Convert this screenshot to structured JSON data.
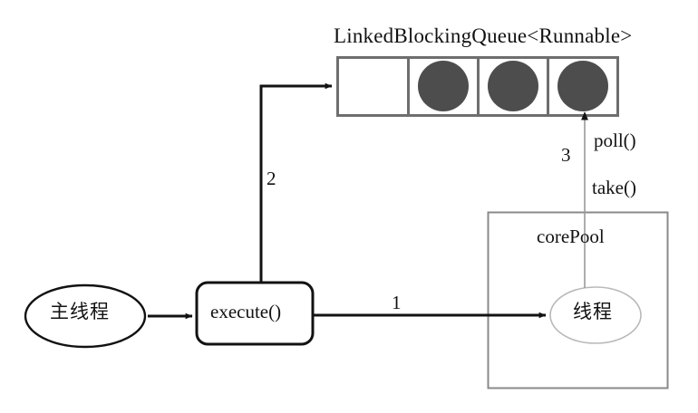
{
  "diagram": {
    "title": "LinkedBlockingQueue<Runnable>",
    "colors": {
      "stroke_dark": "#121212",
      "stroke_gray": "#6e6e6e",
      "stroke_light": "#b9b9b9",
      "task_fill": "#4d4d4d",
      "background": "#ffffff"
    },
    "queue": {
      "title": "LinkedBlockingQueue<Runnable>",
      "cells": [
        {
          "name": "queue-cell-1",
          "occupied": false
        },
        {
          "name": "queue-cell-2",
          "occupied": true
        },
        {
          "name": "queue-cell-3",
          "occupied": true
        },
        {
          "name": "queue-cell-4",
          "occupied": true
        }
      ]
    },
    "nodes": {
      "main_thread": {
        "label": "主线程",
        "shape": "ellipse"
      },
      "execute": {
        "label": "execute()",
        "shape": "rounded-rect"
      },
      "core_pool": {
        "label": "corePool",
        "shape": "rect"
      },
      "worker_thread": {
        "label": "线程",
        "shape": "ellipse"
      }
    },
    "edges": [
      {
        "id": "edge-0",
        "label": "",
        "from": "main_thread",
        "to": "execute"
      },
      {
        "id": "edge-1",
        "label": "1",
        "from": "execute",
        "to": "worker_thread"
      },
      {
        "id": "edge-2",
        "label": "2",
        "from": "execute",
        "to": "queue"
      },
      {
        "id": "edge-3",
        "label": "3",
        "from": "queue",
        "to": "worker_thread"
      }
    ],
    "annotations": {
      "poll": "poll()",
      "take": "take()"
    }
  }
}
